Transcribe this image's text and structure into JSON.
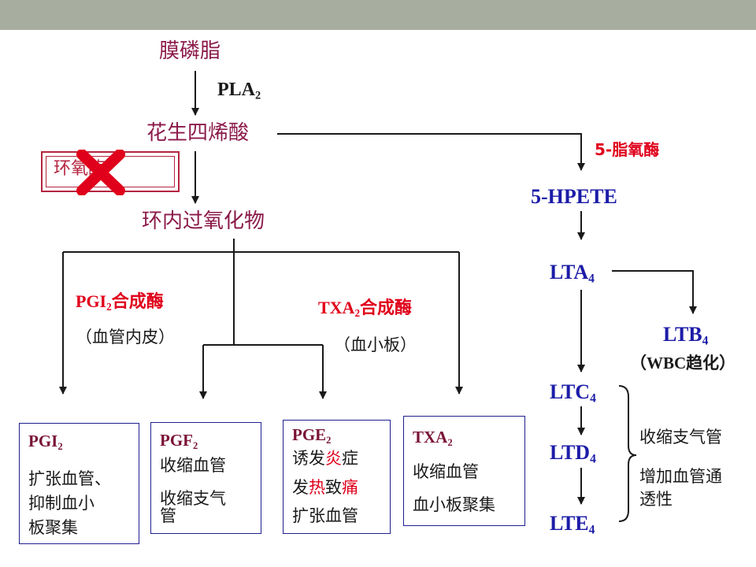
{
  "top_bar_color": "#a7ad9f",
  "nodes": {
    "membrane_phospholipid": "膜磷脂",
    "pla2": {
      "text": "PLA",
      "sub": "2"
    },
    "arachidonic_acid": "花生四烯酸",
    "cyclooxygenase": "环氧酶",
    "endoperoxide": "环内过氧化物",
    "lipoxygenase_5": "5-脂氧酶",
    "hpete_5": "5-HPETE",
    "lta4": {
      "text": "LTA",
      "sub": "4"
    },
    "ltb4": {
      "text": "LTB",
      "sub": "4"
    },
    "ltb4_note": "（WBC趋化）",
    "ltc4": {
      "text": "LTC",
      "sub": "4"
    },
    "ltd4": {
      "text": "LTD",
      "sub": "4"
    },
    "lte4": {
      "text": "LTE",
      "sub": "4"
    },
    "lt_effect_1": "收缩支气管",
    "lt_effect_2a": "增加血管通",
    "lt_effect_2b": "透性"
  },
  "enzymes": {
    "pgi2_synthase": {
      "pre": "PGI",
      "sub": "2",
      "post": "合成酶"
    },
    "pgi2_source": "（血管内皮）",
    "txa2_synthase": {
      "pre": "TXA",
      "sub": "2",
      "post": "合成酶"
    },
    "txa2_source": "（血小板）"
  },
  "boxes": {
    "pgi2": {
      "title": "PGI",
      "sub": "2",
      "line1": "扩张血管、",
      "line2": "抑制血小",
      "line3": "板聚集"
    },
    "pgf2": {
      "title": "PGF",
      "sub": "2",
      "line1": "收缩血管",
      "line2": "收缩支气",
      "line3": "管"
    },
    "pge2": {
      "title": "PGE",
      "sub": "2",
      "line1_a": "诱发",
      "line1_b": "炎",
      "line1_c": "症",
      "line2_a": "发",
      "line2_b": "热",
      "line2_c": "致",
      "line2_d": "痛",
      "line3": "扩张血管"
    },
    "txa2": {
      "title": "TXA",
      "sub": "2",
      "line1": "收缩血管",
      "line2": "血小板聚集"
    }
  },
  "colors": {
    "maroon": "#8b1a4a",
    "enzyme_red": "#e0001b",
    "leukotriene_blue": "#1c1ca8",
    "box_title": "#7a1236",
    "box_border": "#1f1f8f",
    "highlight": "#e0001b",
    "arrow": "#1a1a1a",
    "x_mark": "#e0001b"
  },
  "icons": {
    "blocked": "x-mark-icon",
    "arrow": "arrow-down-icon"
  }
}
